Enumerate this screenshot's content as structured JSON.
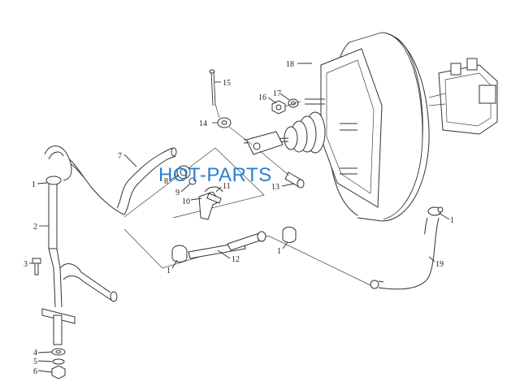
{
  "watermark": {
    "text": "HOT-PARTS",
    "color": "#2a7fd0"
  },
  "parts": [
    {
      "id": "1a",
      "label": "1",
      "name": "hose-clamp"
    },
    {
      "id": "1b",
      "label": "1",
      "name": "hose-clamp"
    },
    {
      "id": "1c",
      "label": "1",
      "name": "hose-clamp"
    },
    {
      "id": "1d",
      "label": "1",
      "name": "hose-clamp"
    },
    {
      "id": "2",
      "label": "2",
      "name": "vacuum-hose"
    },
    {
      "id": "3",
      "label": "3",
      "name": "bolt"
    },
    {
      "id": "4",
      "label": "4",
      "name": "washer"
    },
    {
      "id": "5",
      "label": "5",
      "name": "spring-washer"
    },
    {
      "id": "6",
      "label": "6",
      "name": "nut"
    },
    {
      "id": "7",
      "label": "7",
      "name": "vacuum-hose"
    },
    {
      "id": "8",
      "label": "8",
      "name": "check-valve"
    },
    {
      "id": "9",
      "label": "9",
      "name": "grommet"
    },
    {
      "id": "10",
      "label": "10",
      "name": "bracket"
    },
    {
      "id": "11",
      "label": "11",
      "name": "connector"
    },
    {
      "id": "12",
      "label": "12",
      "name": "three-way-pipe"
    },
    {
      "id": "13",
      "label": "13",
      "name": "clevis-pin"
    },
    {
      "id": "14",
      "label": "14",
      "name": "washer"
    },
    {
      "id": "15",
      "label": "15",
      "name": "cotter-pin"
    },
    {
      "id": "16",
      "label": "16",
      "name": "nut"
    },
    {
      "id": "17",
      "label": "17",
      "name": "washer"
    },
    {
      "id": "18",
      "label": "18",
      "name": "brake-booster"
    },
    {
      "id": "19",
      "label": "19",
      "name": "vacuum-hose"
    }
  ]
}
